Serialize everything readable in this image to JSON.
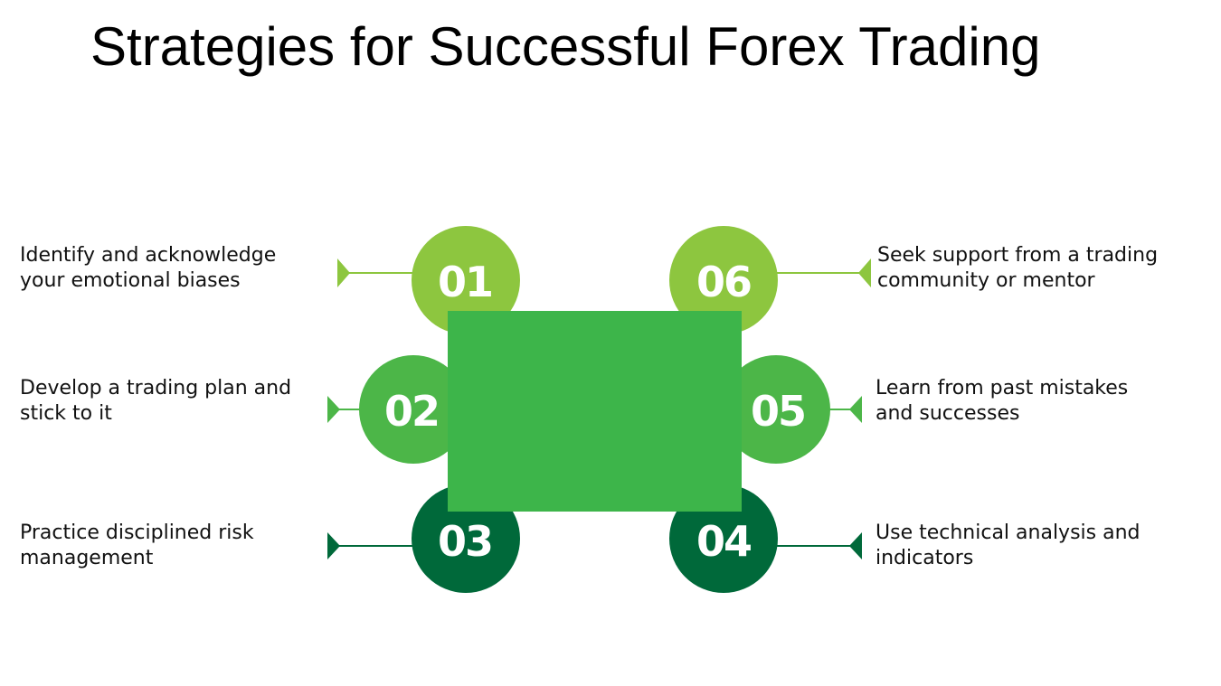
{
  "title": "Strategies for Successful Forex Trading",
  "colors": {
    "step_01": "#8dc63f",
    "step_02": "#4cb648",
    "step_03": "#00693a",
    "step_04": "#00693a",
    "step_05": "#4cb648",
    "step_06": "#8dc63f",
    "center_panel": "#3db54a"
  },
  "steps": [
    {
      "number": "01",
      "line1": "Identify and acknowledge",
      "line2": "your emotional biases"
    },
    {
      "number": "02",
      "line1": "Develop a trading plan and",
      "line2": "stick to it"
    },
    {
      "number": "03",
      "line1": "Practice disciplined risk",
      "line2": "management"
    },
    {
      "number": "04",
      "line1": "Use technical analysis and",
      "line2": "indicators"
    },
    {
      "number": "05",
      "line1": "Learn from past mistakes",
      "line2": "and successes"
    },
    {
      "number": "06",
      "line1": "Seek support from a trading",
      "line2": "community or mentor"
    }
  ]
}
